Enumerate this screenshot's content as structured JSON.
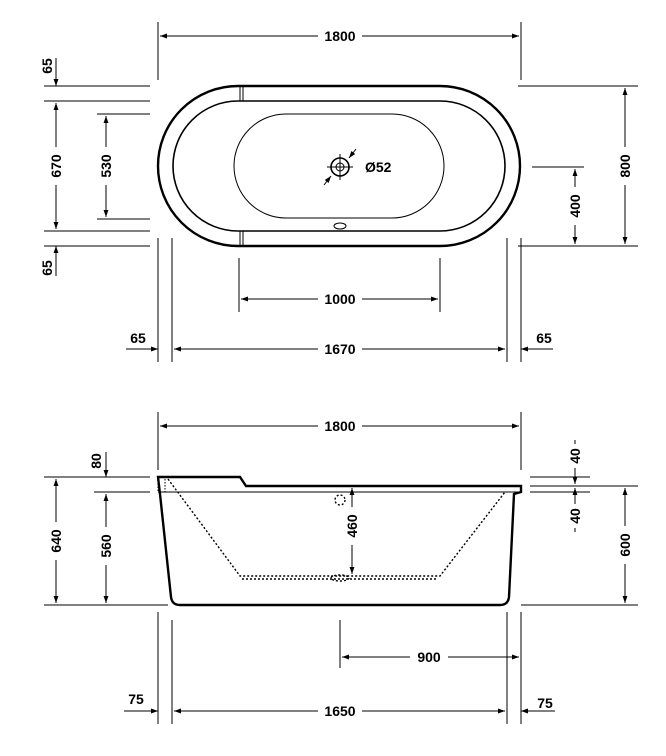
{
  "top_view": {
    "dims": {
      "overall_length": "1800",
      "rim_top": "65",
      "inner_width": "670",
      "basin_width": "530",
      "rim_bottom": "65",
      "overall_width": "800",
      "drain_offset": "400",
      "drain_diameter": "Ø52",
      "basin_length": "1000",
      "rim_left": "65",
      "inner_length": "1670",
      "rim_right": "65"
    }
  },
  "side_view": {
    "dims": {
      "overall_length": "1800",
      "backrest_step": "80",
      "total_height": "640",
      "body_height": "560",
      "overflow_depth": "460",
      "rim_top_thickness": "40",
      "rim_lower_thickness": "40",
      "height_right": "600",
      "drain_to_end": "900",
      "base_left_offset": "75",
      "base_length": "1650",
      "base_right_offset": "75"
    }
  }
}
